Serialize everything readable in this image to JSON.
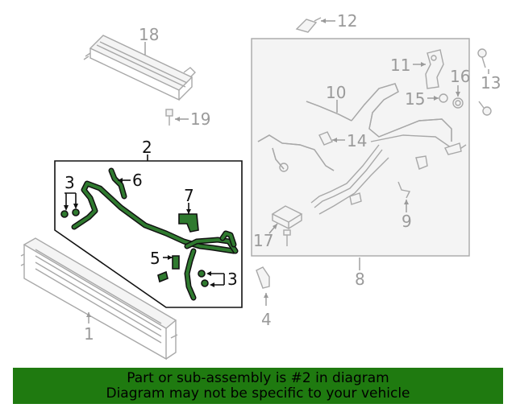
{
  "callouts": {
    "c1": "1",
    "c2": "2",
    "c3a": "3",
    "c3b": "3",
    "c4": "4",
    "c5": "5",
    "c6": "6",
    "c7": "7",
    "c8": "8",
    "c9": "9",
    "c10": "10",
    "c11": "11",
    "c12": "12",
    "c13": "13",
    "c14": "14",
    "c15": "15",
    "c16": "16",
    "c17": "17",
    "c18": "18",
    "c19": "19"
  },
  "banner": {
    "line1": "Part or sub-assembly is #2 in diagram",
    "line2": "Diagram may not be specific to your vehicle",
    "background": "#1f7a10"
  },
  "colors": {
    "highlight_part": "#2f7a2f",
    "reference_parts": "#a8a8a8"
  }
}
